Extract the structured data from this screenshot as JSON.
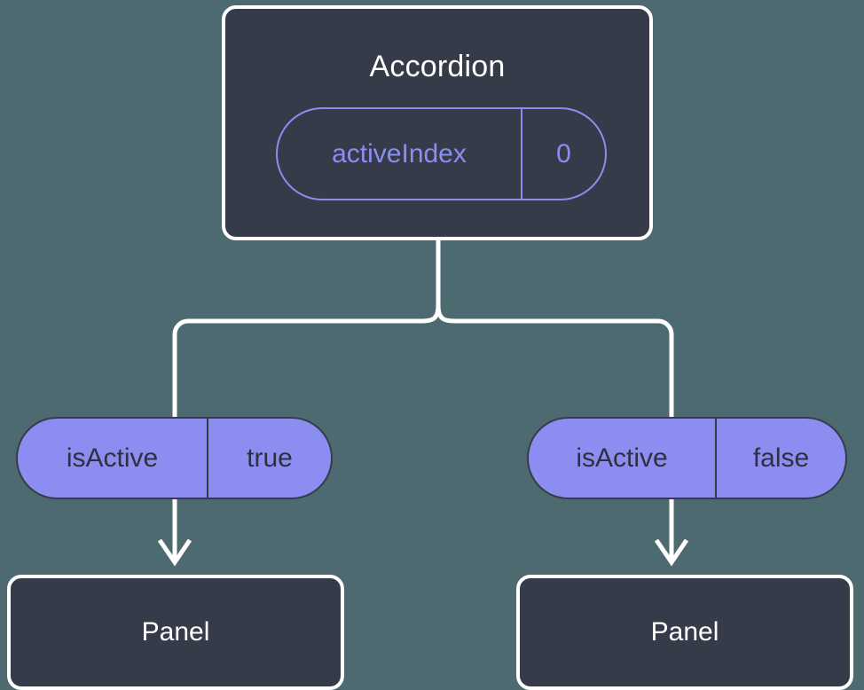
{
  "canvas": {
    "background_color": "#4d6a70",
    "wire_color": "#ffffff",
    "node_fill": "#363b4a",
    "node_border": "#ffffff",
    "pill_fill": "#8b8ef0",
    "pill_outline": "#8b8ef0",
    "pill_text": "#2c3040"
  },
  "root": {
    "title": "Accordion",
    "state": {
      "key": "activeIndex",
      "value": "0"
    }
  },
  "branches": [
    {
      "prop": {
        "key": "isActive",
        "value": "true"
      },
      "panel": {
        "title": "Panel"
      }
    },
    {
      "prop": {
        "key": "isActive",
        "value": "false"
      },
      "panel": {
        "title": "Panel"
      }
    }
  ]
}
